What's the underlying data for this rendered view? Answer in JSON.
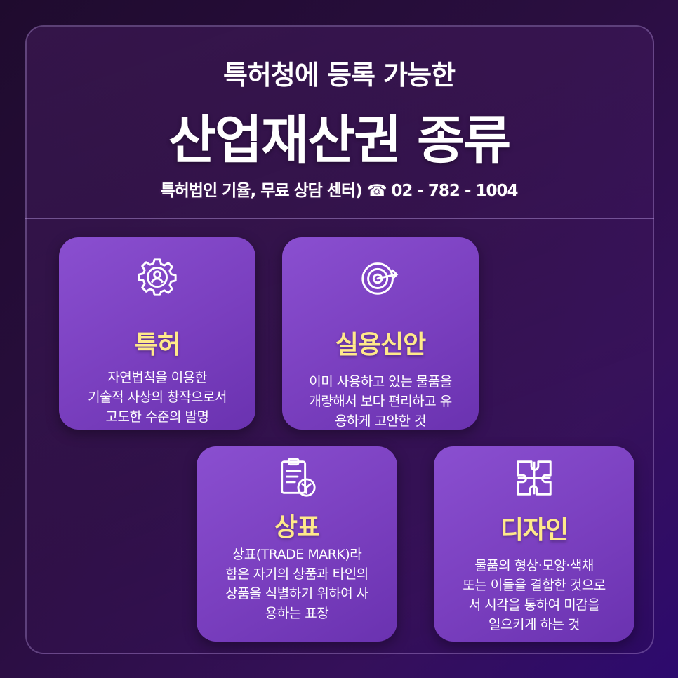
{
  "header": {
    "subtitle": "특허청에 등록 가능한",
    "title": "산업재산권 종류",
    "contact": "특허법인 기율, 무료 상담 센터) ☎ 02 - 782 - 1004"
  },
  "cards": [
    {
      "name": "특허",
      "icon": "gear-person-icon",
      "desc": [
        "자연법칙을 이용한",
        "기술적 사상의 창작으로서",
        "고도한 수준의 발명"
      ]
    },
    {
      "name": "실용신안",
      "icon": "target-icon",
      "desc": [
        "이미 사용하고 있는 물품을",
        "개량해서 보다 편리하고 유",
        "용하게 고안한 것"
      ]
    },
    {
      "name": "상표",
      "icon": "clipboard-icon",
      "desc": [
        "상표(TRADE MARK)라",
        "함은 자기의 상품과 타인의",
        "상품을 식별하기 위하여 사",
        "용하는 표장"
      ]
    },
    {
      "name": "디자인",
      "icon": "puzzle-icon",
      "desc": [
        "물품의 형상·모양·색채",
        "또는 이들을 결합한 것으로",
        "서 시각을 통하여 미감을",
        "일으키게 하는 것"
      ]
    }
  ],
  "colors": {
    "card": "#7a3fbf",
    "accent": "#ffe98a",
    "background": "#2a0e40"
  }
}
